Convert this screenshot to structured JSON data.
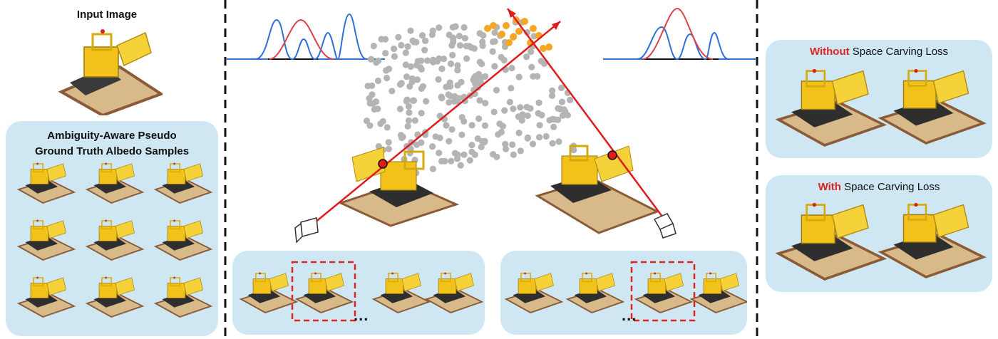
{
  "left": {
    "input_label": "Input Image",
    "samples_title_line1": "Ambiguity-Aware  Pseudo",
    "samples_title_line2": "Ground Truth Albedo Samples",
    "sample_count": 9
  },
  "center": {
    "ellipsis_left": "...",
    "ellipsis_right": "..."
  },
  "right": {
    "top_panel": {
      "highlight": "Without",
      "rest": " Space Carving Loss"
    },
    "bottom_panel": {
      "highlight": "With",
      "rest": " Space Carving Loss"
    }
  },
  "colors": {
    "panel_bg": "#cfe7f2",
    "ray": "#e01b1b",
    "gauss_blue": "#2f6fd6",
    "gauss_red": "#e0404a",
    "gray_points": "#b4b4b4",
    "orange_points": "#f5a623",
    "truck_yellow": "#f2c21a",
    "dashed_box": "#e02424"
  }
}
